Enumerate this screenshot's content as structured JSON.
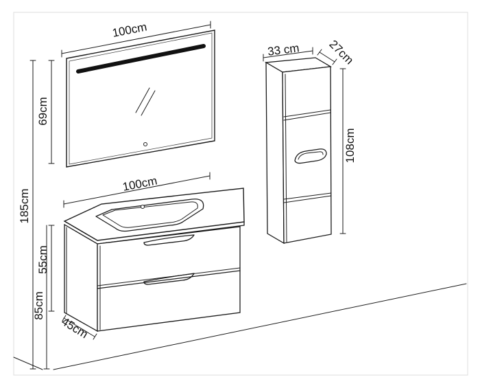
{
  "dimensions": {
    "mirror_width": "100cm",
    "mirror_height": "69cm",
    "total_height": "185cm",
    "vanity_width": "100cm",
    "vanity_height": "55cm",
    "vanity_floor_height": "85cm",
    "vanity_depth": "45cm",
    "cabinet_width": "33 cm",
    "cabinet_depth": "27cm",
    "cabinet_height": "108cm"
  },
  "colors": {
    "line": "#1a1a1a",
    "mirror_light": "#111111",
    "frame": "#d9d9d9",
    "background": "#ffffff"
  },
  "icons": {
    "mirror_reflection": "reflection-mark-icon",
    "touch_sensor": "sensor-dot-icon"
  }
}
